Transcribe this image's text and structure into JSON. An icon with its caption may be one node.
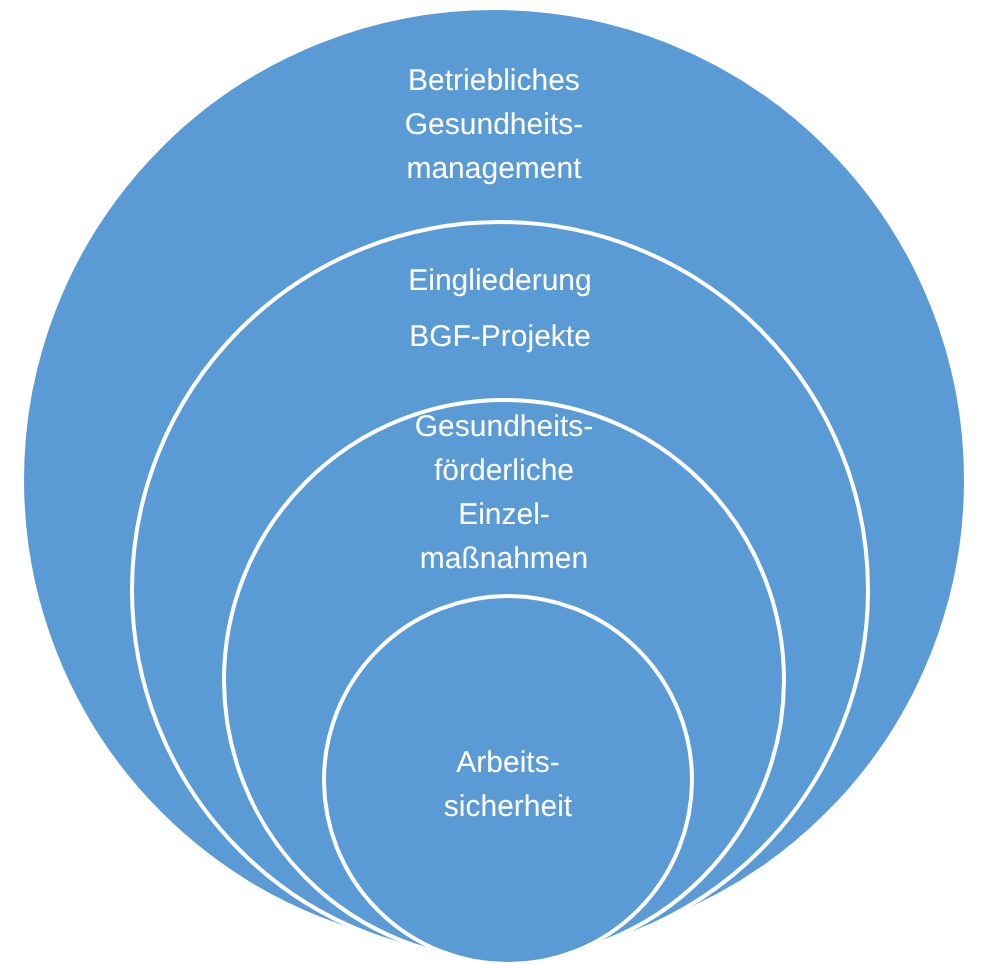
{
  "diagram": {
    "nodes": [
      {
        "text": [
          "Betriebliches Gesundheits- management"
        ]
      },
      {
        "text": [
          "Eingliederung",
          "BGF-Projekte"
        ],
        "in": 0
      },
      {
        "text": [
          "Gesundheits- förderliche Einzel- maßnahmen"
        ],
        "in": 1
      },
      {
        "text": [
          "Arbeits- sicherheit"
        ],
        "in": 2
      }
    ]
  }
}
